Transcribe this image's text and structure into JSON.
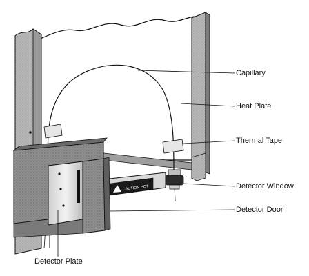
{
  "labels": {
    "capillary": "Capillary",
    "heat_plate": "Heat Plate",
    "thermal_tape": "Thermal Tape",
    "detector_window": "Detector Window",
    "detector_door": "Detector Door",
    "detector_plate": "Detector Plate"
  },
  "caution_sign": "CAUTION HOT",
  "colors": {
    "line": "#111111",
    "frame_gray": "#b3b3b3",
    "frame_dark": "#7d7d7d",
    "door_gray": "#8f8f8f",
    "plate_light": "#dcdcdc"
  }
}
